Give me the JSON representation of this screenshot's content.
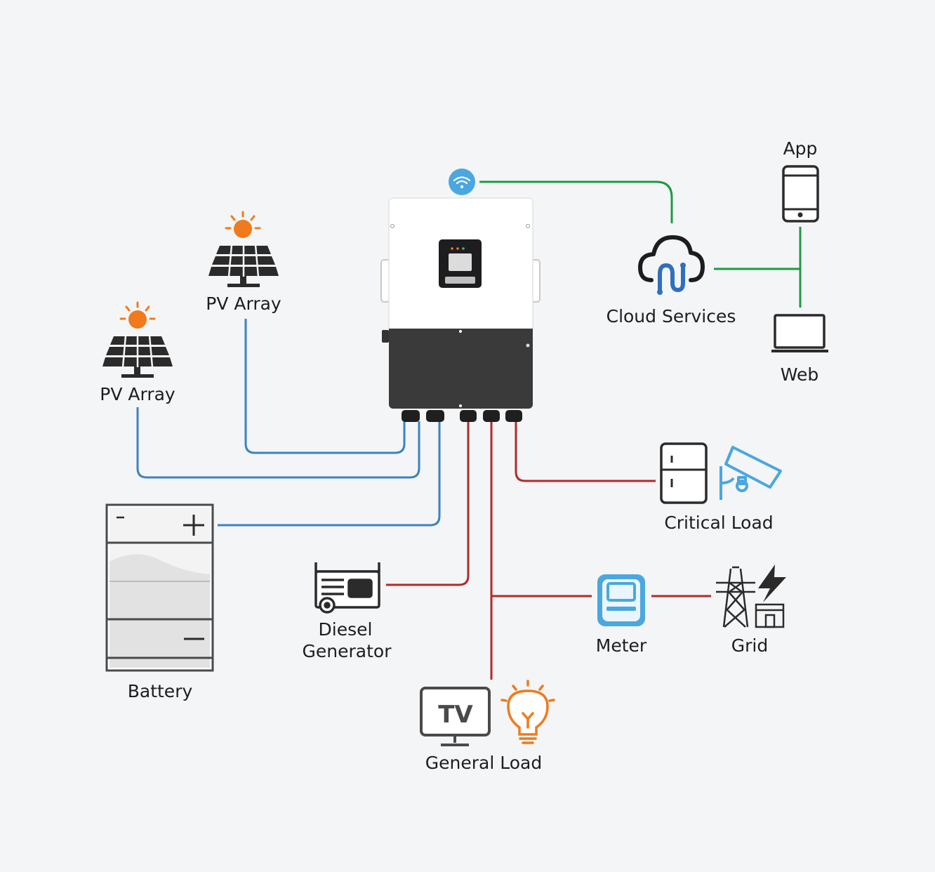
{
  "labels": {
    "pv_array_1": "PV Array",
    "pv_array_2": "PV Array",
    "cloud": "Cloud Services",
    "app": "App",
    "web": "Web",
    "critical_load": "Critical Load",
    "battery": "Battery",
    "generator_line1": "Diesel",
    "generator_line2": "Generator",
    "meter": "Meter",
    "grid": "Grid",
    "general_load": "General Load",
    "tv": "TV"
  },
  "colors": {
    "background": "#f4f5f6",
    "dc_line": "#3b82c4",
    "ac_line": "#b22a2a",
    "comm_line": "#1e9a43",
    "sun": "#f07a1c",
    "icon_dark": "#2b2b2b",
    "icon_blue": "#4aa7e0",
    "inverter_top": "#ffffff",
    "inverter_bottom": "#3a3a3a"
  },
  "icons": [
    "solar-panel-icon",
    "sun-icon",
    "wifi-icon",
    "cloud-icon",
    "phone-icon",
    "laptop-icon",
    "fridge-icon",
    "security-camera-icon",
    "battery-icon",
    "generator-icon",
    "meter-icon",
    "power-tower-icon",
    "lightning-icon",
    "house-icon",
    "tv-icon",
    "lightbulb-icon"
  ]
}
